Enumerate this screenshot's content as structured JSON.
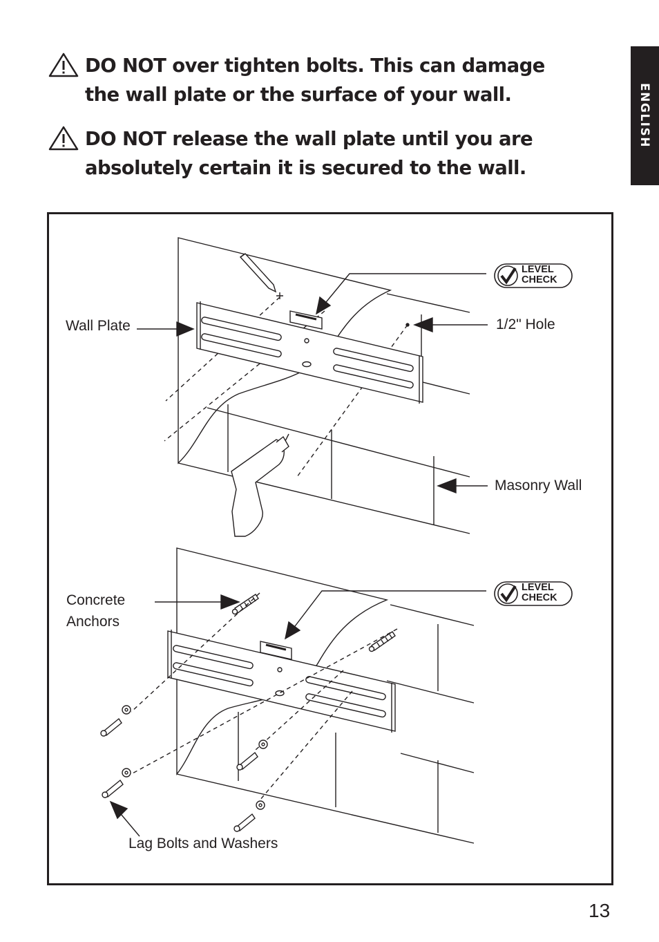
{
  "warnings": [
    {
      "text": "DO NOT over tighten bolts. This can damage\nthe wall plate or the surface of your wall."
    },
    {
      "text": "DO NOT release the wall plate until you are\nabsolutely certain it is secured to the wall."
    }
  ],
  "language_tab": "ENGLISH",
  "figure_labels": {
    "wall_plate": "Wall Plate",
    "hole": "1/2\" Hole",
    "masonry_wall": "Masonry Wall",
    "concrete_anchors": "Concrete\nAnchors",
    "lag_bolts": "Lag Bolts and Washers"
  },
  "level_check": [
    "LEVEL\nCHECK",
    "LEVEL\nCHECK"
  ],
  "page_number": "13",
  "icons": [
    "warning-triangle-icon",
    "checkmark-icon",
    "pencil-icon",
    "drill-icon",
    "level-icon"
  ]
}
